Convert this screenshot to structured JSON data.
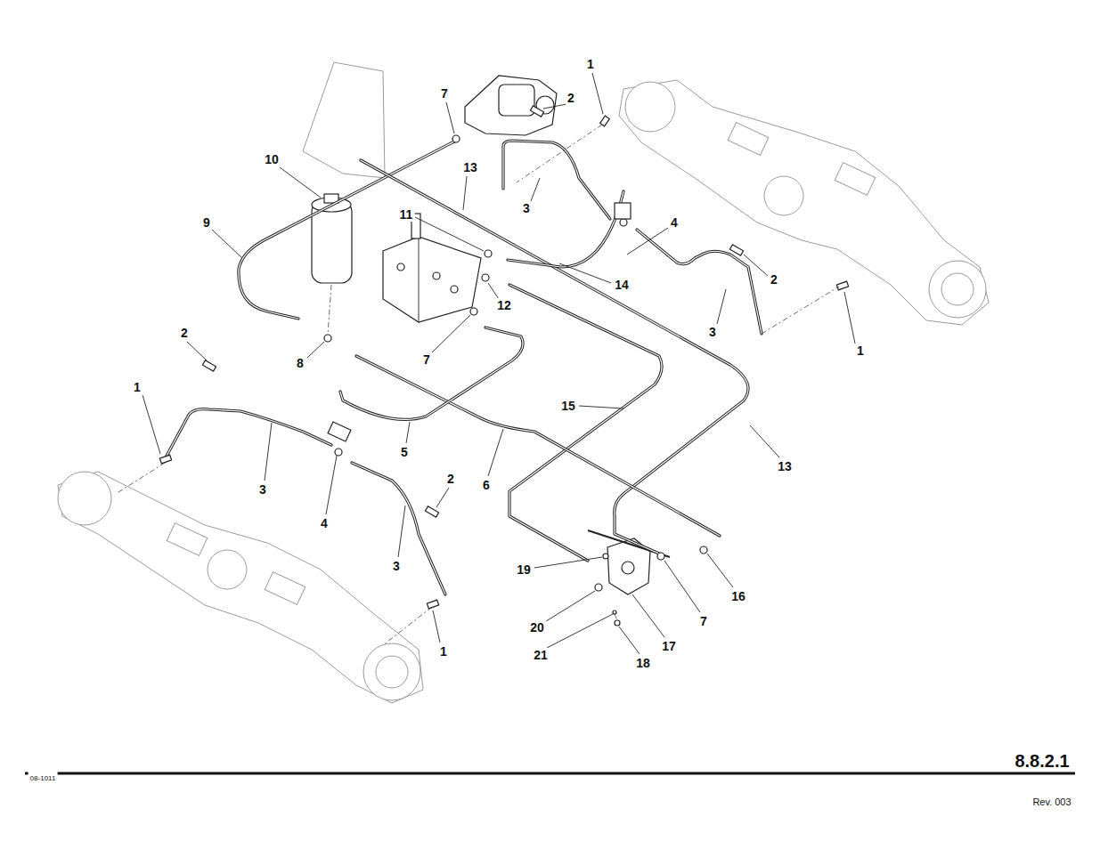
{
  "diagram": {
    "labels": [
      "1",
      "7",
      "2",
      "10",
      "13",
      "3",
      "9",
      "11",
      "4",
      "14",
      "12",
      "2",
      "3",
      "1",
      "2",
      "8",
      "7",
      "1",
      "15",
      "5",
      "13",
      "6",
      "3",
      "2",
      "4",
      "3",
      "19",
      "16",
      "7",
      "20",
      "17",
      "21",
      "18",
      "1",
      "8.8.2.1",
      "08-1011",
      "Rev. 003"
    ]
  }
}
